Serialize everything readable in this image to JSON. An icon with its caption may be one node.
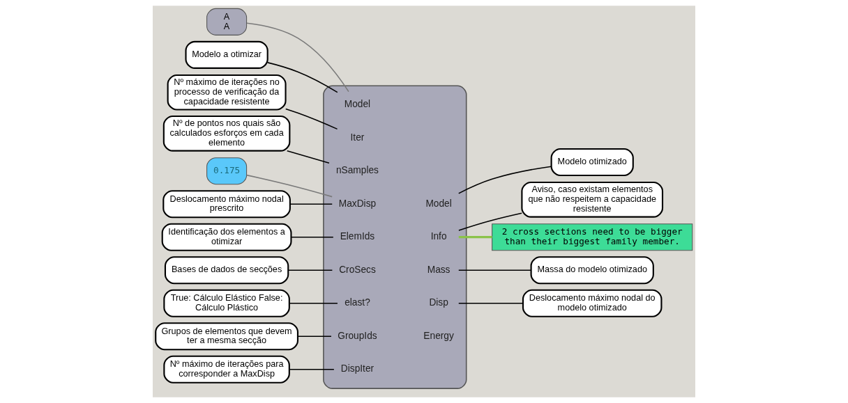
{
  "diagram": {
    "nodes": [
      {
        "text": [],
        "shape": "box"
      },
      {
        "text": [
          "Model"
        ],
        "in": 0
      },
      {
        "text": [
          "Iter"
        ],
        "in": 0
      },
      {
        "text": [
          "nSamples"
        ],
        "in": 0
      },
      {
        "text": [
          "ElemIds"
        ],
        "in": 0
      },
      {
        "text": [
          "CroSecs"
        ],
        "in": 0
      },
      {
        "text": [
          "elast?"
        ],
        "in": 0
      },
      {
        "text": [
          "GroupIds"
        ],
        "in": 0
      },
      {
        "text": [
          "MaxDisp"
        ],
        "in": 0
      },
      {
        "text": [
          "DispIter"
        ],
        "in": 0
      },
      {
        "text": [
          "Model"
        ],
        "in": 0
      },
      {
        "text": [
          "Info"
        ],
        "in": 0
      },
      {
        "text": [
          "Mass"
        ],
        "in": 0
      },
      {
        "text": [
          "Disp"
        ],
        "in": 0
      },
      {
        "text": [
          "Energy"
        ],
        "in": 0
      },
      {
        "text": [
          "A",
          "A"
        ]
      },
      {
        "text": [
          "0.175"
        ]
      },
      {
        "text": [
          "2 cross sections need to be bigger than their biggest family member."
        ]
      },
      {
        "text": [
          "Nº máximo de iterações no processo de verificação da capacidade resistente"
        ]
      },
      {
        "text": [
          "Nº de pontos nos quais são calculados esforços em cada elemento"
        ]
      },
      {
        "text": [
          "Modelo a otimizar"
        ]
      },
      {
        "text": [
          "Modelo otimizado"
        ]
      },
      {
        "text": [
          "Aviso, caso existam elementos que não respeitem a capacidade resistente"
        ]
      },
      {
        "text": [
          "Identificação dos elementos a otimizar"
        ]
      },
      {
        "text": [
          "Bases de dados de secções"
        ]
      },
      {
        "text": [
          "Massa do modelo otimizado"
        ]
      },
      {
        "text": [
          "True: Cálculo Elástico False: Cálculo Plástico"
        ]
      },
      {
        "text": [
          "Grupos de elementos que devem ter a mesma secção"
        ]
      },
      {
        "text": [
          "Deslocamento máximo nodal do modelo otimizado"
        ]
      },
      {
        "text": [
          "Deslocamento máximo nodal prescrito"
        ]
      },
      {
        "text": [
          "Nº máximo de iterações para corresponder a MaxDisp"
        ]
      }
    ],
    "edges": [
      {
        "from": 15,
        "to": 1,
        "arrow": "none",
        "color": "#7a7a7a"
      },
      {
        "from": 16,
        "to": 8,
        "arrow": "none",
        "color": "#7a7a7a"
      },
      {
        "from": 11,
        "to": 17,
        "arrow": "none",
        "color": "#8bc34a"
      },
      {
        "from": 18,
        "to": 2,
        "arrow": "none"
      },
      {
        "from": 19,
        "to": 3,
        "arrow": "none"
      },
      {
        "from": 20,
        "to": 1,
        "arrow": "none"
      },
      {
        "from": 10,
        "to": 21,
        "arrow": "none"
      },
      {
        "from": 11,
        "to": 22,
        "arrow": "none"
      },
      {
        "from": 23,
        "to": 4,
        "arrow": "none"
      },
      {
        "from": 24,
        "to": 5,
        "arrow": "none"
      },
      {
        "from": 12,
        "to": 25,
        "arrow": "none"
      },
      {
        "from": 26,
        "to": 6,
        "arrow": "none"
      },
      {
        "from": 27,
        "to": 7,
        "arrow": "none"
      },
      {
        "from": 13,
        "to": 28,
        "arrow": "none"
      },
      {
        "from": 29,
        "to": 8,
        "arrow": "none"
      },
      {
        "from": 30,
        "to": 9,
        "arrow": "none"
      }
    ]
  }
}
